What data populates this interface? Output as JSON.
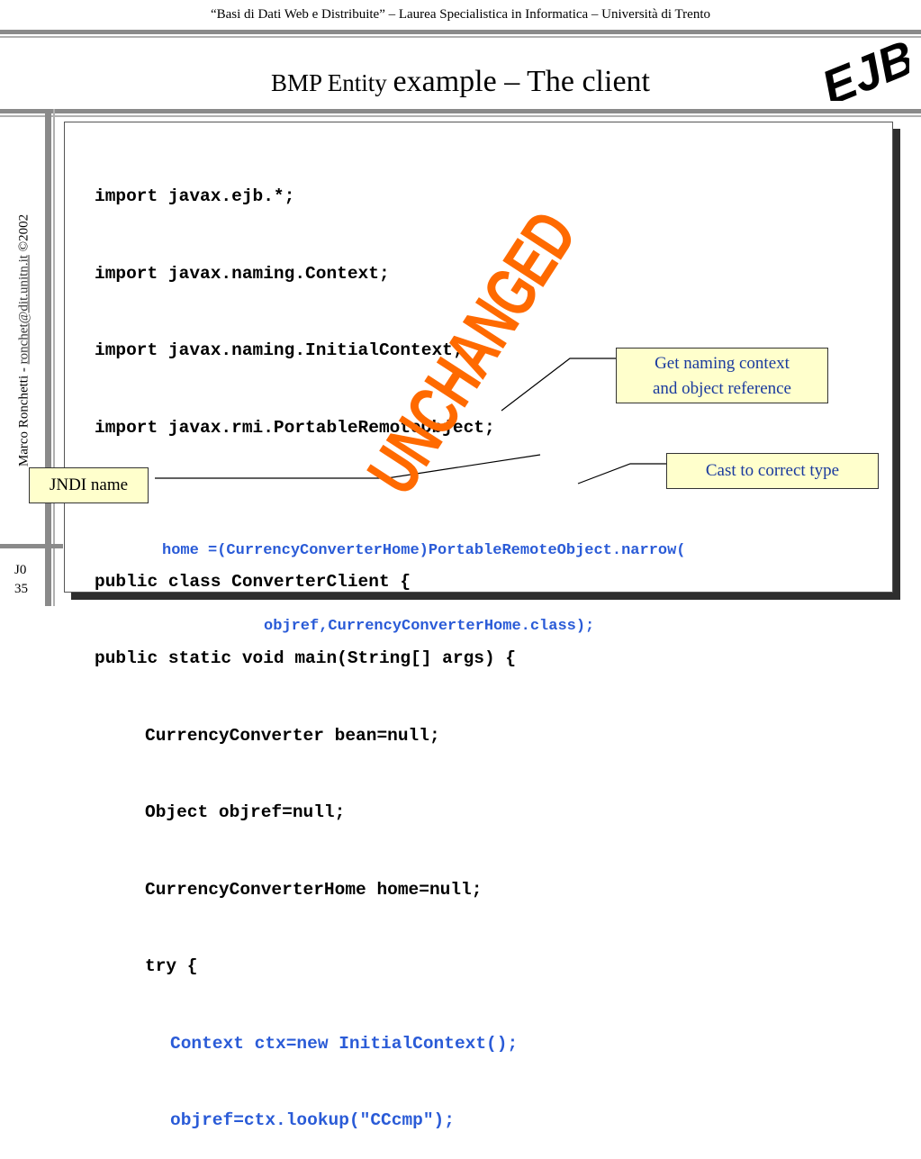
{
  "header": {
    "course": "“Basi di Dati Web e Distribuite” – Laurea Specialistica in Informatica – Università di Trento"
  },
  "title": {
    "part1": "BMP Entity ",
    "part2": "example – The client"
  },
  "logo": {
    "text": "EJB"
  },
  "sidebar": {
    "author": "Marco Ronchetti  -  ",
    "email": "ronchet@dit.unitn.it",
    "copyright": "  ©2002"
  },
  "slide_number": {
    "series": "J0",
    "page": "35"
  },
  "code": {
    "imports": [
      "import javax.ejb.*;",
      "import javax.naming.Context;",
      "import javax.naming.InitialContext;",
      "import javax.rmi.PortableRemoteObject;"
    ],
    "class_decl": "public class ConverterClient {",
    "main_decl": "public static void main(String[] args) {",
    "vars": [
      "CurrencyConverter bean=null;",
      "Object objref=null;",
      "CurrencyConverterHome home=null;"
    ],
    "try_line": "try {",
    "context_line": "Context ctx=new InitialContext();",
    "lookup_line": "objref=ctx.lookup(\"CCcmp\");",
    "narrow_line1": "home =(CurrencyConverterHome)PortableRemoteObject.narrow(",
    "narrow_line2": "objref,CurrencyConverterHome.class);"
  },
  "callouts": {
    "naming": {
      "line1": "Get naming context",
      "line2": "and object reference"
    },
    "cast": "Cast to correct type",
    "jndi": "JNDI name"
  },
  "stamp": {
    "text": "UNCHANGED"
  },
  "colors": {
    "code_highlight": "#2a5bd7",
    "stamp": "#ff6a00",
    "callout_bg": "#ffffcc",
    "callout_text": "#1a3a9e"
  }
}
